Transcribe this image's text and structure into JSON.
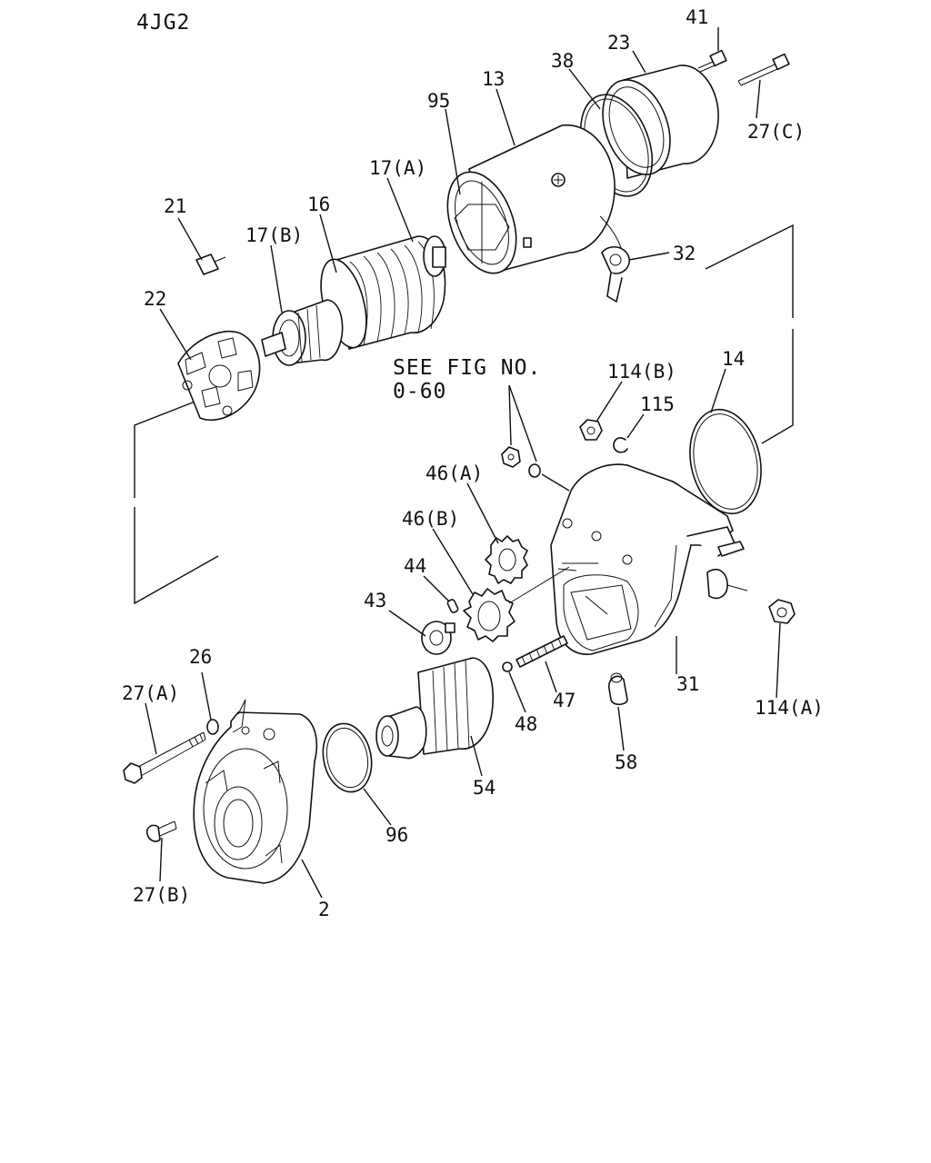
{
  "diagram": {
    "model_code": "4JG2",
    "reference_note_line1": "SEE FIG NO.",
    "reference_note_line2": "0-60",
    "callouts": {
      "c41": "41",
      "c23": "23",
      "c38": "38",
      "c13": "13",
      "c95": "95",
      "c27c": "27(C)",
      "c17a": "17(A)",
      "c16": "16",
      "c21": "21",
      "c17b": "17(B)",
      "c32": "32",
      "c22": "22",
      "c14": "14",
      "c114b": "114(B)",
      "c115": "115",
      "c46a": "46(A)",
      "c46b": "46(B)",
      "c44": "44",
      "c43": "43",
      "c26": "26",
      "c27a": "27(A)",
      "c47": "47",
      "c31": "31",
      "c48": "48",
      "c114a": "114(A)",
      "c54": "54",
      "c58": "58",
      "c96": "96",
      "c27b": "27(B)",
      "c2": "2"
    }
  }
}
